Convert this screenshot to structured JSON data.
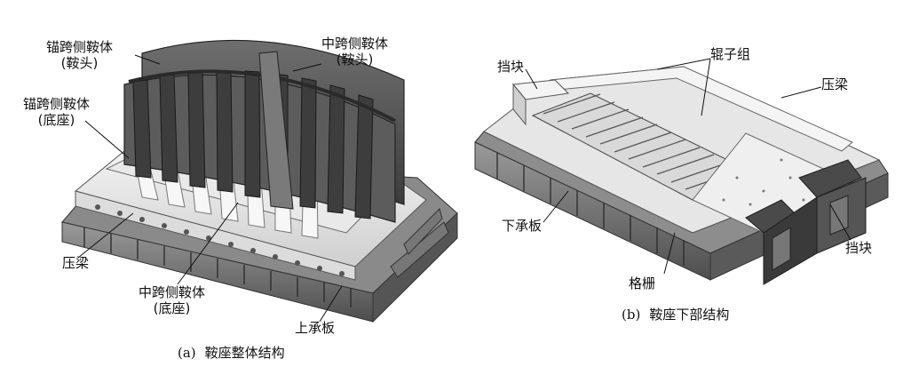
{
  "figure_a": {
    "caption_label": "(a)",
    "caption_text": "鞍座整体结构",
    "labels": {
      "anchor_head_l1": "锚跨侧鞍体",
      "anchor_head_l2": "(鞍头)",
      "anchor_base_l1": "锚跨侧鞍体",
      "anchor_base_l2": "(底座)",
      "mid_head_l1": "中跨侧鞍体",
      "mid_head_l2": "(鞍头)",
      "press_beam": "压梁",
      "mid_base_l1": "中跨侧鞍体",
      "mid_base_l2": "(底座)",
      "upper_plate": "上承板"
    }
  },
  "figure_b": {
    "caption_label": "(b)",
    "caption_text": "鞍座下部结构",
    "labels": {
      "stop_block_top": "挡块",
      "roller_group": "辊子组",
      "press_beam": "压梁",
      "lower_plate": "下承板",
      "stop_block_right": "挡块",
      "grid": "格栅"
    }
  }
}
